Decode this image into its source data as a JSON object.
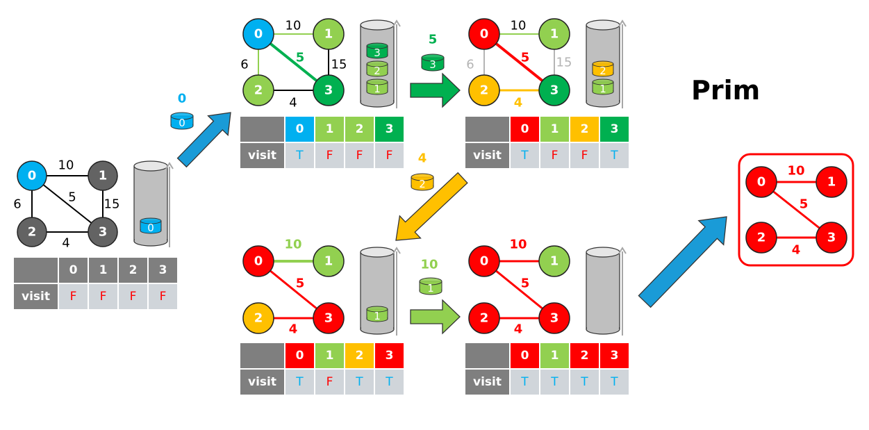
{
  "title": "Prim",
  "colors": {
    "blue": "#00b0f0",
    "light_green": "#92d050",
    "dark_green": "#00b050",
    "gray": "#636363",
    "red": "#ff0000",
    "orange": "#ffc000",
    "header_gray": "#7f7f7f",
    "cell_gray": "#d0d5da",
    "white": "#ffffff",
    "black": "#000000",
    "faded": "#b4b4b4",
    "t_blue": "#00b0f0",
    "f_red": "#ff0000"
  },
  "nodes": [
    "0",
    "1",
    "2",
    "3"
  ],
  "visit_label": "visit",
  "edges": [
    {
      "a": 0,
      "b": 1,
      "w": "10"
    },
    {
      "a": 0,
      "b": 2,
      "w": "6"
    },
    {
      "a": 0,
      "b": 3,
      "w": "5"
    },
    {
      "a": 1,
      "b": 3,
      "w": "15"
    },
    {
      "a": 2,
      "b": 3,
      "w": "4"
    }
  ],
  "panels": [
    {
      "id": "initial",
      "node_colors": [
        "blue",
        "gray",
        "gray",
        "gray"
      ],
      "edge_styles": [
        {
          "color": "black",
          "label": "black",
          "width": 2
        },
        {
          "color": "black",
          "label": "black",
          "width": 2
        },
        {
          "color": "black",
          "label": "black",
          "width": 2
        },
        {
          "color": "black",
          "label": "black",
          "width": 2
        },
        {
          "color": "black",
          "label": "black",
          "width": 2
        }
      ],
      "stack": [
        {
          "label": "0",
          "color": "blue"
        }
      ],
      "table_colors": [
        "header_gray",
        "header_gray",
        "header_gray",
        "header_gray"
      ],
      "visit": [
        "F",
        "F",
        "F",
        "F"
      ]
    },
    {
      "id": "step1",
      "node_colors": [
        "blue",
        "light_green",
        "light_green",
        "dark_green"
      ],
      "edge_styles": [
        {
          "color": "light_green",
          "label": "black",
          "width": 2
        },
        {
          "color": "light_green",
          "label": "black",
          "width": 2
        },
        {
          "color": "dark_green",
          "label": "dark_green",
          "width": 4
        },
        {
          "color": "black",
          "label": "black",
          "width": 2
        },
        {
          "color": "black",
          "label": "black",
          "width": 2
        }
      ],
      "stack": [
        {
          "label": "1",
          "color": "light_green"
        },
        {
          "label": "2",
          "color": "light_green"
        },
        {
          "label": "3",
          "color": "dark_green"
        }
      ],
      "table_colors": [
        "blue",
        "light_green",
        "light_green",
        "dark_green"
      ],
      "visit": [
        "T",
        "F",
        "F",
        "F"
      ]
    },
    {
      "id": "step2",
      "node_colors": [
        "red",
        "light_green",
        "orange",
        "dark_green"
      ],
      "edge_styles": [
        {
          "color": "light_green",
          "label": "black",
          "width": 2
        },
        {
          "color": "faded",
          "label": "faded",
          "width": 2
        },
        {
          "color": "red",
          "label": "red",
          "width": 4
        },
        {
          "color": "faded",
          "label": "faded",
          "width": 2
        },
        {
          "color": "orange",
          "label": "orange",
          "width": 3
        }
      ],
      "stack": [
        {
          "label": "1",
          "color": "light_green"
        },
        {
          "label": "2",
          "color": "orange"
        }
      ],
      "table_colors": [
        "red",
        "light_green",
        "orange",
        "dark_green"
      ],
      "visit": [
        "T",
        "F",
        "F",
        "T"
      ]
    },
    {
      "id": "step3",
      "node_colors": [
        "red",
        "light_green",
        "orange",
        "red"
      ],
      "edge_styles": [
        {
          "color": "light_green",
          "label": "light_green",
          "width": 4
        },
        null,
        {
          "color": "red",
          "label": "red",
          "width": 3
        },
        null,
        {
          "color": "red",
          "label": "red",
          "width": 3
        }
      ],
      "stack": [
        {
          "label": "1",
          "color": "light_green"
        }
      ],
      "table_colors": [
        "red",
        "light_green",
        "orange",
        "red"
      ],
      "visit": [
        "T",
        "F",
        "T",
        "T"
      ]
    },
    {
      "id": "step4",
      "node_colors": [
        "red",
        "light_green",
        "red",
        "red"
      ],
      "edge_styles": [
        {
          "color": "red",
          "label": "red",
          "width": 3
        },
        null,
        {
          "color": "red",
          "label": "red",
          "width": 3
        },
        null,
        {
          "color": "red",
          "label": "red",
          "width": 3
        }
      ],
      "stack": [],
      "table_colors": [
        "red",
        "light_green",
        "red",
        "red"
      ],
      "visit": [
        "T",
        "T",
        "T",
        "T"
      ]
    },
    {
      "id": "result",
      "node_colors": [
        "red",
        "red",
        "red",
        "red"
      ],
      "edge_styles": [
        {
          "color": "red",
          "label": "red",
          "width": 3
        },
        null,
        {
          "color": "red",
          "label": "red",
          "width": 3
        },
        null,
        {
          "color": "red",
          "label": "red",
          "width": 3
        }
      ]
    }
  ],
  "transitions": [
    {
      "value": "0",
      "item": "0",
      "color": "blue",
      "arrow_color": "#1a9bd7"
    },
    {
      "value": "5",
      "item": "3",
      "color": "dark_green",
      "arrow_color": "#00b050"
    },
    {
      "value": "4",
      "item": "2",
      "color": "orange",
      "arrow_color": "#ffc000"
    },
    {
      "value": "10",
      "item": "1",
      "color": "light_green",
      "arrow_color": "#92d050"
    },
    {
      "value": "",
      "item": "",
      "color": "blue",
      "arrow_color": "#1a9bd7"
    }
  ]
}
